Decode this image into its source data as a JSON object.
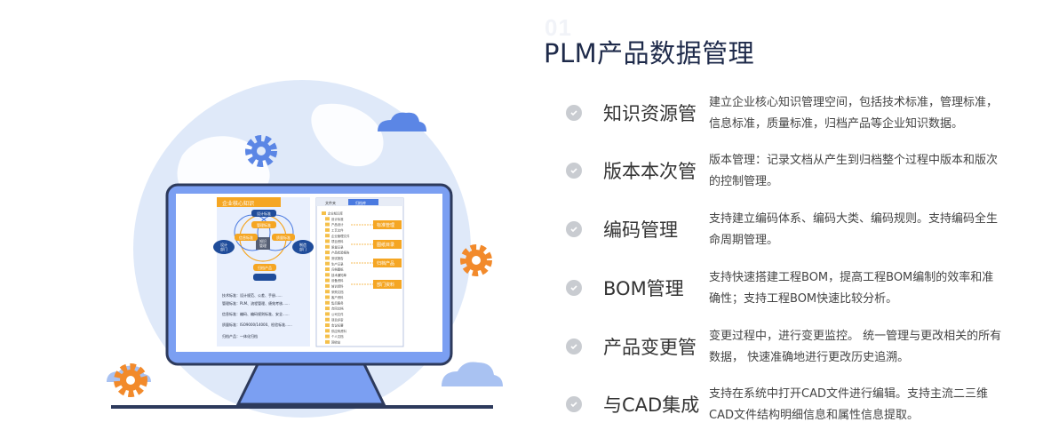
{
  "section": {
    "number": "01",
    "title": "PLM产品数据管理"
  },
  "features": [
    {
      "name": "知识资源管",
      "desc": "建立企业核心知识管理空间，包括技术标准，管理标准，信息标准，质量标准，归档产品等企业知识数据。"
    },
    {
      "name": "版本本次管",
      "desc": "版本管理：记录文档从产生到归档整个过程中版本和版次的控制管理。"
    },
    {
      "name": "编码管理",
      "desc": "支持建立编码体系、编码大类、编码规则。支持编码全生命周期管理。"
    },
    {
      "name": "BOM管理",
      "desc": "支持快速搭建工程BOM，提高工程BOM编制的效率和准确性；支持工程BOM快速比较分析。"
    },
    {
      "name": "产品变更管",
      "desc": "变更过程中，进行变更监控。 统一管理与更改相关的所有数据， 快速准确地进行更改历史追溯。"
    },
    {
      "name": "与CAD集成",
      "desc": "支持在系统中打开CAD文件进行编辑。支持主流二三维CAD文件结构明细信息和属性信息提取。"
    }
  ],
  "screen": {
    "panel_title": "企业核心知识",
    "center_node": "知识\n管理",
    "nodes": [
      "设计标准",
      "管理标准",
      "信息标准",
      "质量标准",
      "归档产品"
    ],
    "left_dept": "设计\n部门",
    "right_dept": "制造\n部门",
    "bullets": [
      "技术标准：设计规范、公差、手册......",
      "管理标准：PLM、流程管理、绩效考核......",
      "信息标准：编码、编码规则标准、安全......",
      "质量标准：ISO9000/14000、检验标准......",
      "归档产品：一体化归档"
    ],
    "tabs": [
      "文件夹",
      "归档库"
    ],
    "tree_items": [
      "企业知识库",
      "设计标准",
      "产品设计",
      "工艺文件",
      "企业管理文件",
      "项目资料",
      "质量记录",
      "产品检验报告",
      "测试报告",
      "生产记录",
      "归档图纸",
      "技术通知单",
      "设备资料",
      "培训资料",
      "采购文档",
      "客户资料",
      "售后服务",
      "合同文档",
      "公司文件",
      "项目评审",
      "会议纪要",
      "供应商资料",
      "个人文档",
      "回收站"
    ],
    "tags": [
      "标准管理",
      "图纸目录",
      "归档产品",
      "部门资料"
    ]
  }
}
